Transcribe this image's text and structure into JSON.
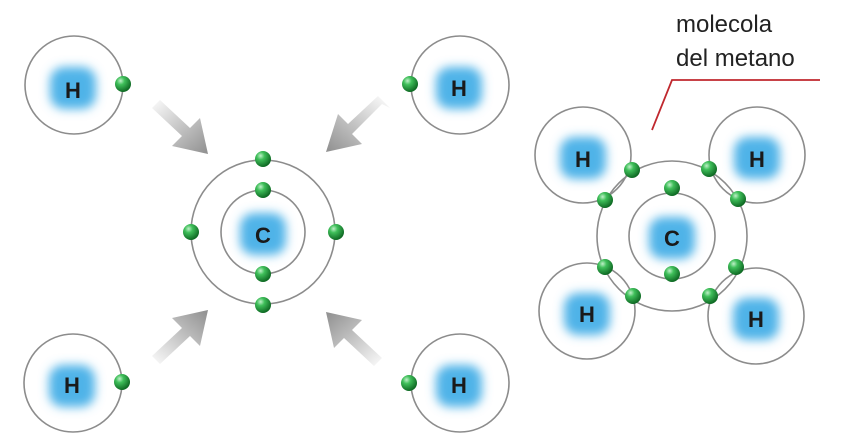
{
  "labels": {
    "hydrogen": "H",
    "carbon": "C",
    "callout_line1": "molecola",
    "callout_line2": "del metano"
  },
  "colors": {
    "electron": "#1f9a3a",
    "nucleus_glow": "#4fb3e8",
    "shell": "#8c8c8c",
    "arrow": "#9a9a9a",
    "callout_line": "#c0282e"
  }
}
